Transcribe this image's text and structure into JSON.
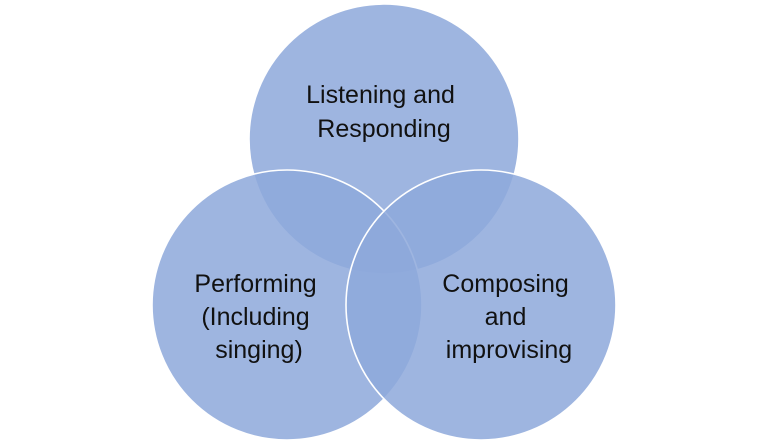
{
  "diagram": {
    "type": "venn",
    "colors": {
      "circle_fill": "#8EA9DB",
      "outline": "#FFFFFF",
      "text": "#111111",
      "background": "#FFFFFF"
    },
    "circles": [
      {
        "id": "top",
        "label_lines": [
          "Listening and",
          "Responding"
        ]
      },
      {
        "id": "left",
        "label_lines": [
          "Performing",
          "(Including",
          "singing)"
        ]
      },
      {
        "id": "right",
        "label_lines": [
          "Composing",
          "and",
          "improvising"
        ]
      }
    ]
  }
}
